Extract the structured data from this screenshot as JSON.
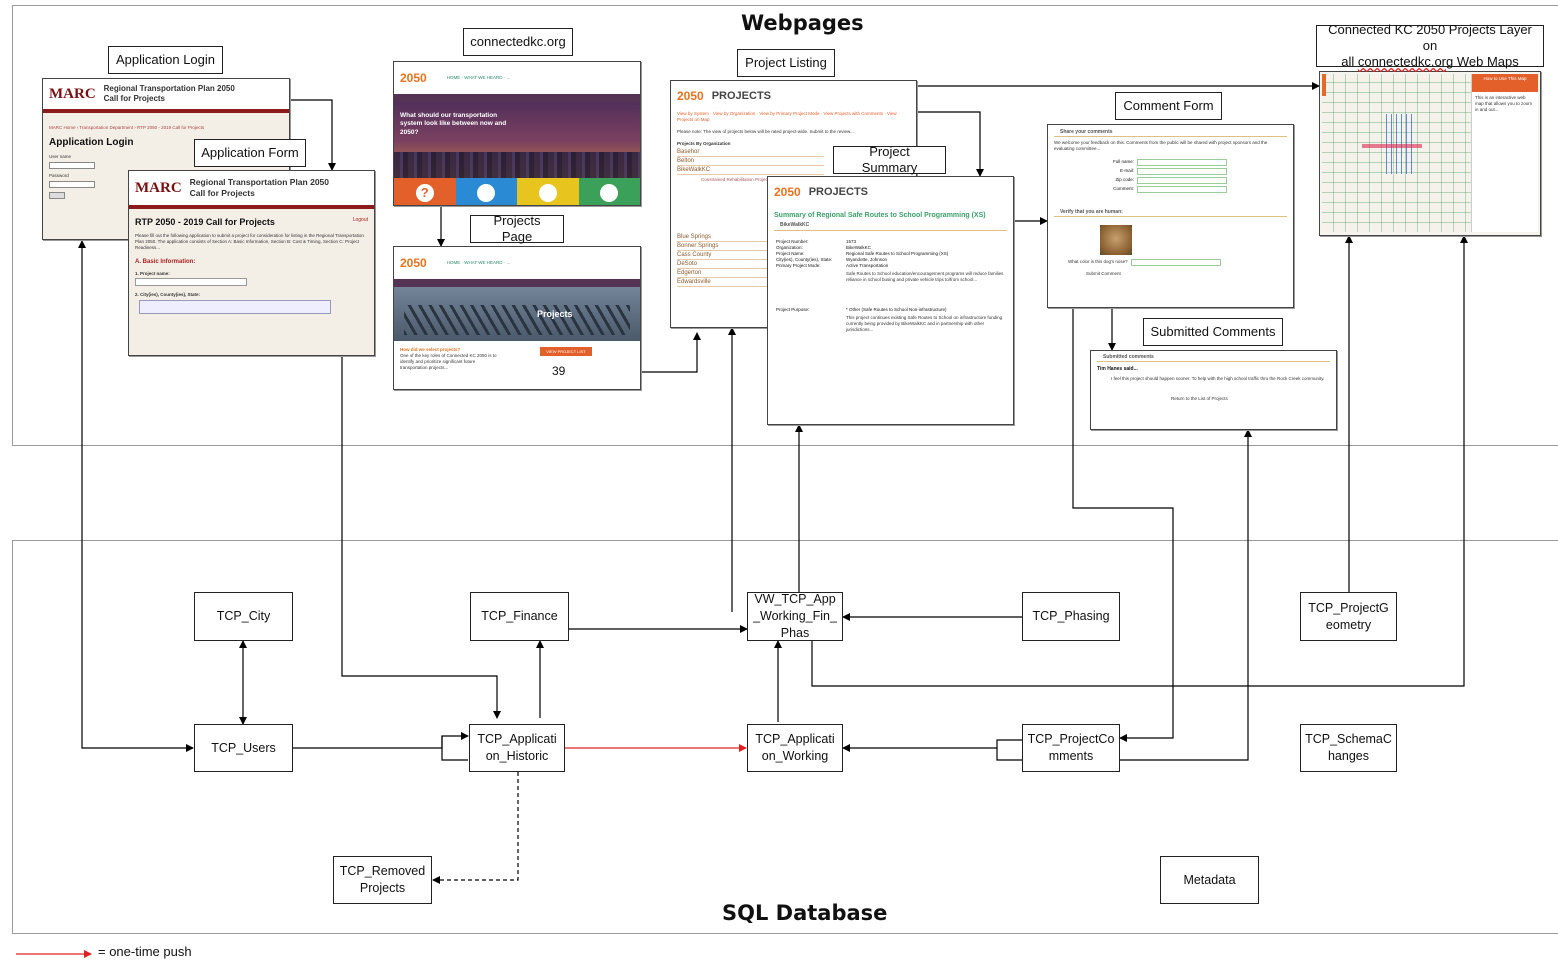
{
  "regions": {
    "webpages_title": "Webpages",
    "database_title": "SQL Database"
  },
  "labels": {
    "application_login": "Application Login",
    "application_form": "Application Form",
    "connectedkc": "connectedkc.org",
    "projects_page": "Projects Page",
    "project_listing": "Project Listing",
    "project_summary": "Project Summary",
    "comment_form": "Comment Form",
    "submitted_comments": "Submitted Comments",
    "web_maps_line1": "Connected KC 2050 Projects Layer on",
    "web_maps_line2_pre": "all ",
    "web_maps_line2_link": "connectedkc.org",
    "web_maps_line2_post": " Web Maps"
  },
  "tables": {
    "tcp_city": "TCP_City",
    "tcp_finance": "TCP_Finance",
    "vw_tcp": "VW_TCP_App_Working_Fin_Phas",
    "tcp_phasing": "TCP_Phasing",
    "tcp_projectgeometry": "TCP_ProjectGeometry",
    "tcp_users": "TCP_Users",
    "tcp_app_historic": "TCP_Application_Historic",
    "tcp_app_working": "TCP_Application_Working",
    "tcp_projectcomments": "TCP_ProjectComments",
    "tcp_schemachanges": "TCP_SchemaChanges",
    "tcp_removedprojects": "TCP_RemovedProjects",
    "metadata": "Metadata"
  },
  "legend": {
    "text": "= one-time push",
    "color": "#e02020"
  },
  "screens": {
    "login": {
      "org": "MARC",
      "title1": "Regional Transportation Plan 2050",
      "title2": "Call for Projects",
      "heading": "Application Login"
    },
    "form": {
      "org": "MARC",
      "title1": "Regional Transportation Plan 2050",
      "title2": "Call for Projects",
      "heading": "RTP 2050 - 2019 Call for Projects",
      "logout": "Logout",
      "section": "A. Basic Information:",
      "q1": "1. Project name:",
      "q2": "2. City(ies), County(ies), State:"
    },
    "connectedkc": {
      "logo": "2050",
      "hero": "What should our transportation system look like between now and 2050?"
    },
    "projects_page": {
      "logo": "2050",
      "hero": "Projects",
      "count": "39"
    },
    "listing": {
      "logo": "2050",
      "heading": "PROJECTS",
      "orgs": [
        "Basehor",
        "Belton",
        "BikeWalkKC",
        "Blue Springs",
        "Bonner Springs",
        "Cass County",
        "DeSoto",
        "Edgerton",
        "Edwardsville"
      ]
    },
    "summary": {
      "logo": "2050",
      "heading": "PROJECTS",
      "title": "Summary of Regional Safe Routes to School Programming (XS)",
      "org": "BikeWalkKC",
      "fields": [
        {
          "k": "Project Number:",
          "v": "1573"
        },
        {
          "k": "Organization:",
          "v": "BikeWalkKC"
        },
        {
          "k": "Project Name:",
          "v": "Regional Safe Routes to School Programming (XS)"
        },
        {
          "k": "City(ies), County(ies), State:",
          "v": "Wyandotte, Johnson"
        },
        {
          "k": "Primary Project Mode:",
          "v": "Active Transportation"
        },
        {
          "k": "Project Purpose:",
          "v": "* Other (Safe Routes to School Non-infrastructure)"
        }
      ]
    },
    "comment_form": {
      "share": "Share your comments",
      "verify": "Verify that you are human:",
      "fields": [
        "Full name:",
        "E-mail:",
        "Zip code:",
        "Comment:"
      ],
      "question": "What color is this dog's nose?"
    },
    "submitted": {
      "heading": "Submitted comments",
      "author": "Tim Hanes said...",
      "comment": "I feel this project should happen sooner. To help with the high school traffic thru the Rock Creek community.",
      "back": "Return to the List of Projects"
    },
    "map": {
      "title": "How to Use This Map"
    }
  }
}
